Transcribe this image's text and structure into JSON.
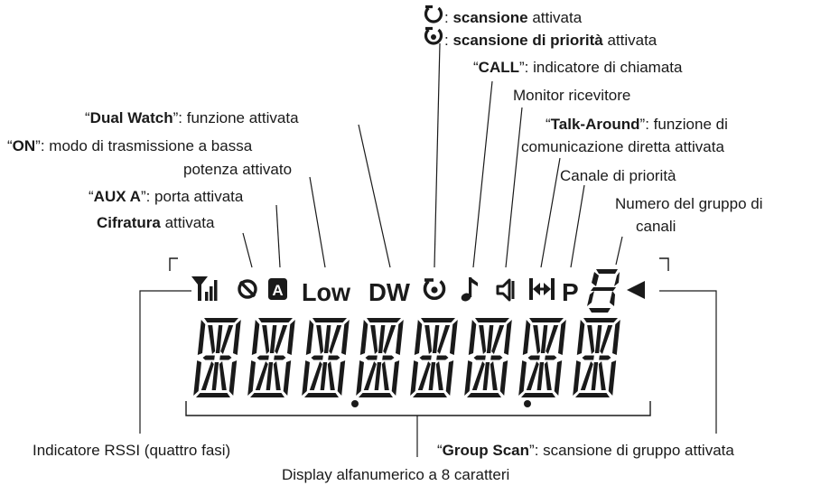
{
  "labels": {
    "scan": {
      "bold": "scansione",
      "rest": " attivata",
      "prefix": ": "
    },
    "priority_scan": {
      "bold": "scansione di priorità",
      "rest": " attivata",
      "prefix": ": "
    },
    "call": {
      "q1": "“",
      "bold": "CALL",
      "rest": "”: indicatore di chiamata"
    },
    "monitor": "Monitor ricevitore",
    "dual_watch": {
      "q1": "“",
      "bold": "Dual Watch",
      "rest": "”: funzione attivata"
    },
    "talk_around": {
      "q1": "“",
      "bold": "Talk-Around",
      "rest": "”: funzione di",
      "line2": "comunicazione diretta attivata"
    },
    "low_power": {
      "q1": "“",
      "bold": "ON",
      "rest": "”: modo di trasmissione a bassa",
      "line2": "potenza attivato"
    },
    "priority_channel": "Canale di priorità",
    "aux": {
      "q1": "“",
      "bold": "AUX A",
      "rest": "”: porta attivata"
    },
    "group_number": {
      "line1": "Numero del gruppo di",
      "line2": "canali"
    },
    "cipher": {
      "bold": "Cifratura",
      "rest": " attivata"
    },
    "rssi": "Indicatore RSSI (quattro fasi)",
    "group_scan": {
      "q1": "“",
      "bold": "Group Scan",
      "rest": "”: scansione di gruppo attivata"
    },
    "alnum": "Display alfanumerico a 8 caratteri"
  },
  "lcd": {
    "low_text": "Low",
    "dw_text": "DW",
    "p_text": "P",
    "aux_letter": "A",
    "group_digit": "8",
    "characters": [
      "8",
      "8",
      "8",
      "8",
      "8",
      "8",
      "8",
      "8"
    ],
    "decimal_points_after": [
      3,
      6
    ]
  },
  "icons": [
    "rssi-icon",
    "cipher-icon",
    "aux-icon",
    "scan-icon",
    "priority-scan-icon",
    "call-icon",
    "monitor-icon",
    "talk-around-icon",
    "group-scan-arrow-icon"
  ]
}
